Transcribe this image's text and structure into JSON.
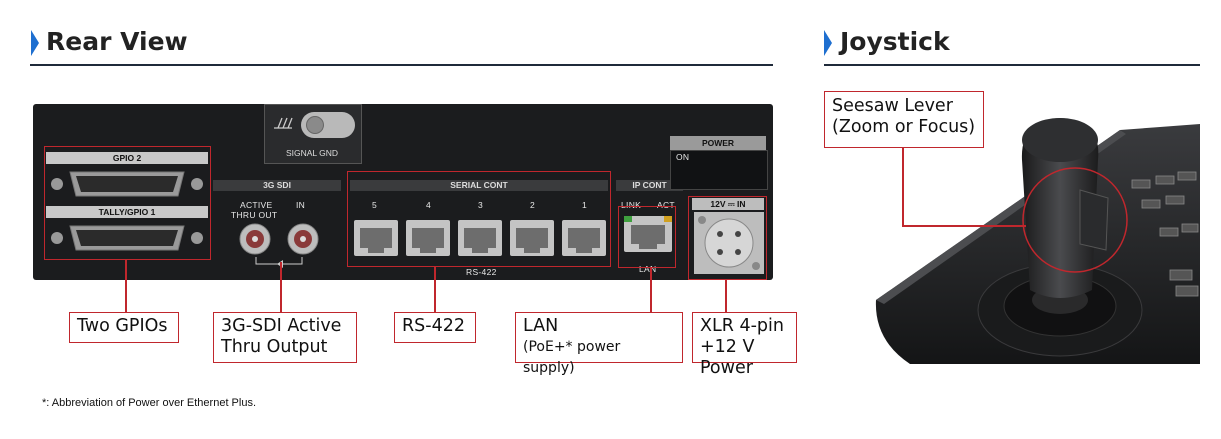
{
  "rear": {
    "title": "Rear View",
    "panel": {
      "signal_gnd": "SIGNAL GND",
      "gpio2": "GPIO 2",
      "tally_gpio1": "TALLY/GPIO 1",
      "sdi_header": "3G SDI",
      "sdi_active": "ACTIVE",
      "sdi_thru_out": "THRU OUT",
      "sdi_in": "IN",
      "serial_header": "SERIAL CONT",
      "serial_ports": [
        "5",
        "4",
        "3",
        "2",
        "1"
      ],
      "rs422": "RS-422",
      "ip_header": "IP CONT",
      "link": "LINK",
      "act": "ACT",
      "lan": "LAN",
      "power": "POWER",
      "on": "ON",
      "dc_in": "12V ⎓ IN"
    },
    "callouts": {
      "gpio": "Two GPIOs",
      "sdi_line1": "3G-SDI Active",
      "sdi_line2": "Thru Output",
      "rs422": "RS-422",
      "lan_line1": "LAN",
      "lan_line2": "(PoE+* power supply)",
      "xlr_line1": "XLR 4-pin",
      "xlr_line2": "+12 V Power"
    }
  },
  "joystick": {
    "title": "Joystick",
    "callout_line1": "Seesaw Lever",
    "callout_line2": "(Zoom or Focus)"
  },
  "footnote": "*: Abbreviation of Power over Ethernet Plus.",
  "colors": {
    "accent": "#1e6fd0",
    "callout": "#c0272d",
    "panel": "#1b1c1e"
  }
}
